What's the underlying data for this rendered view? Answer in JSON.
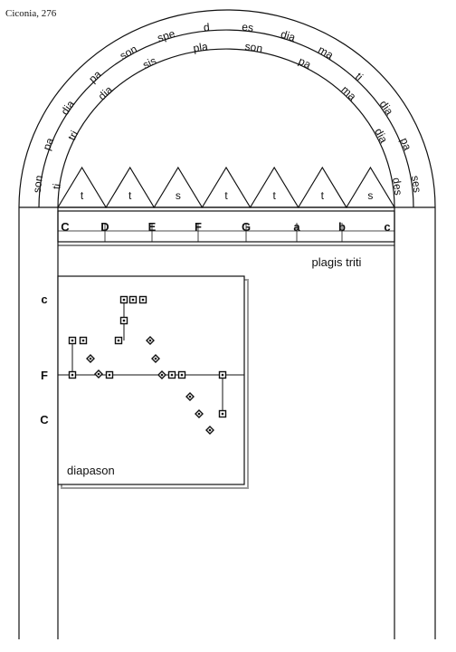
{
  "caption": "Ciconia, 276",
  "arch": {
    "outer_syllables": [
      "son",
      "pa",
      "dia",
      "pa",
      "son",
      "spe",
      "d",
      "es",
      "dia",
      "ma",
      "ti",
      "dia",
      "pa",
      "ses"
    ],
    "inner_syllables": [
      "ti",
      "tri",
      "dia",
      "sis",
      "pla",
      "son",
      "pa",
      "ma",
      "dia",
      "des"
    ]
  },
  "intervals": [
    "t",
    "t",
    "s",
    "t",
    "t",
    "t",
    "s"
  ],
  "scale_notes": [
    "C",
    "D",
    "E",
    "F",
    "G",
    "a",
    "b",
    "c"
  ],
  "mode_label": "plagis triti",
  "staff": {
    "pitch_labels": [
      "c",
      "F",
      "C"
    ],
    "label": "diapason"
  },
  "colors": {
    "ink": "#111111",
    "shadow": "#9a9a9a",
    "paper": "#ffffff"
  }
}
